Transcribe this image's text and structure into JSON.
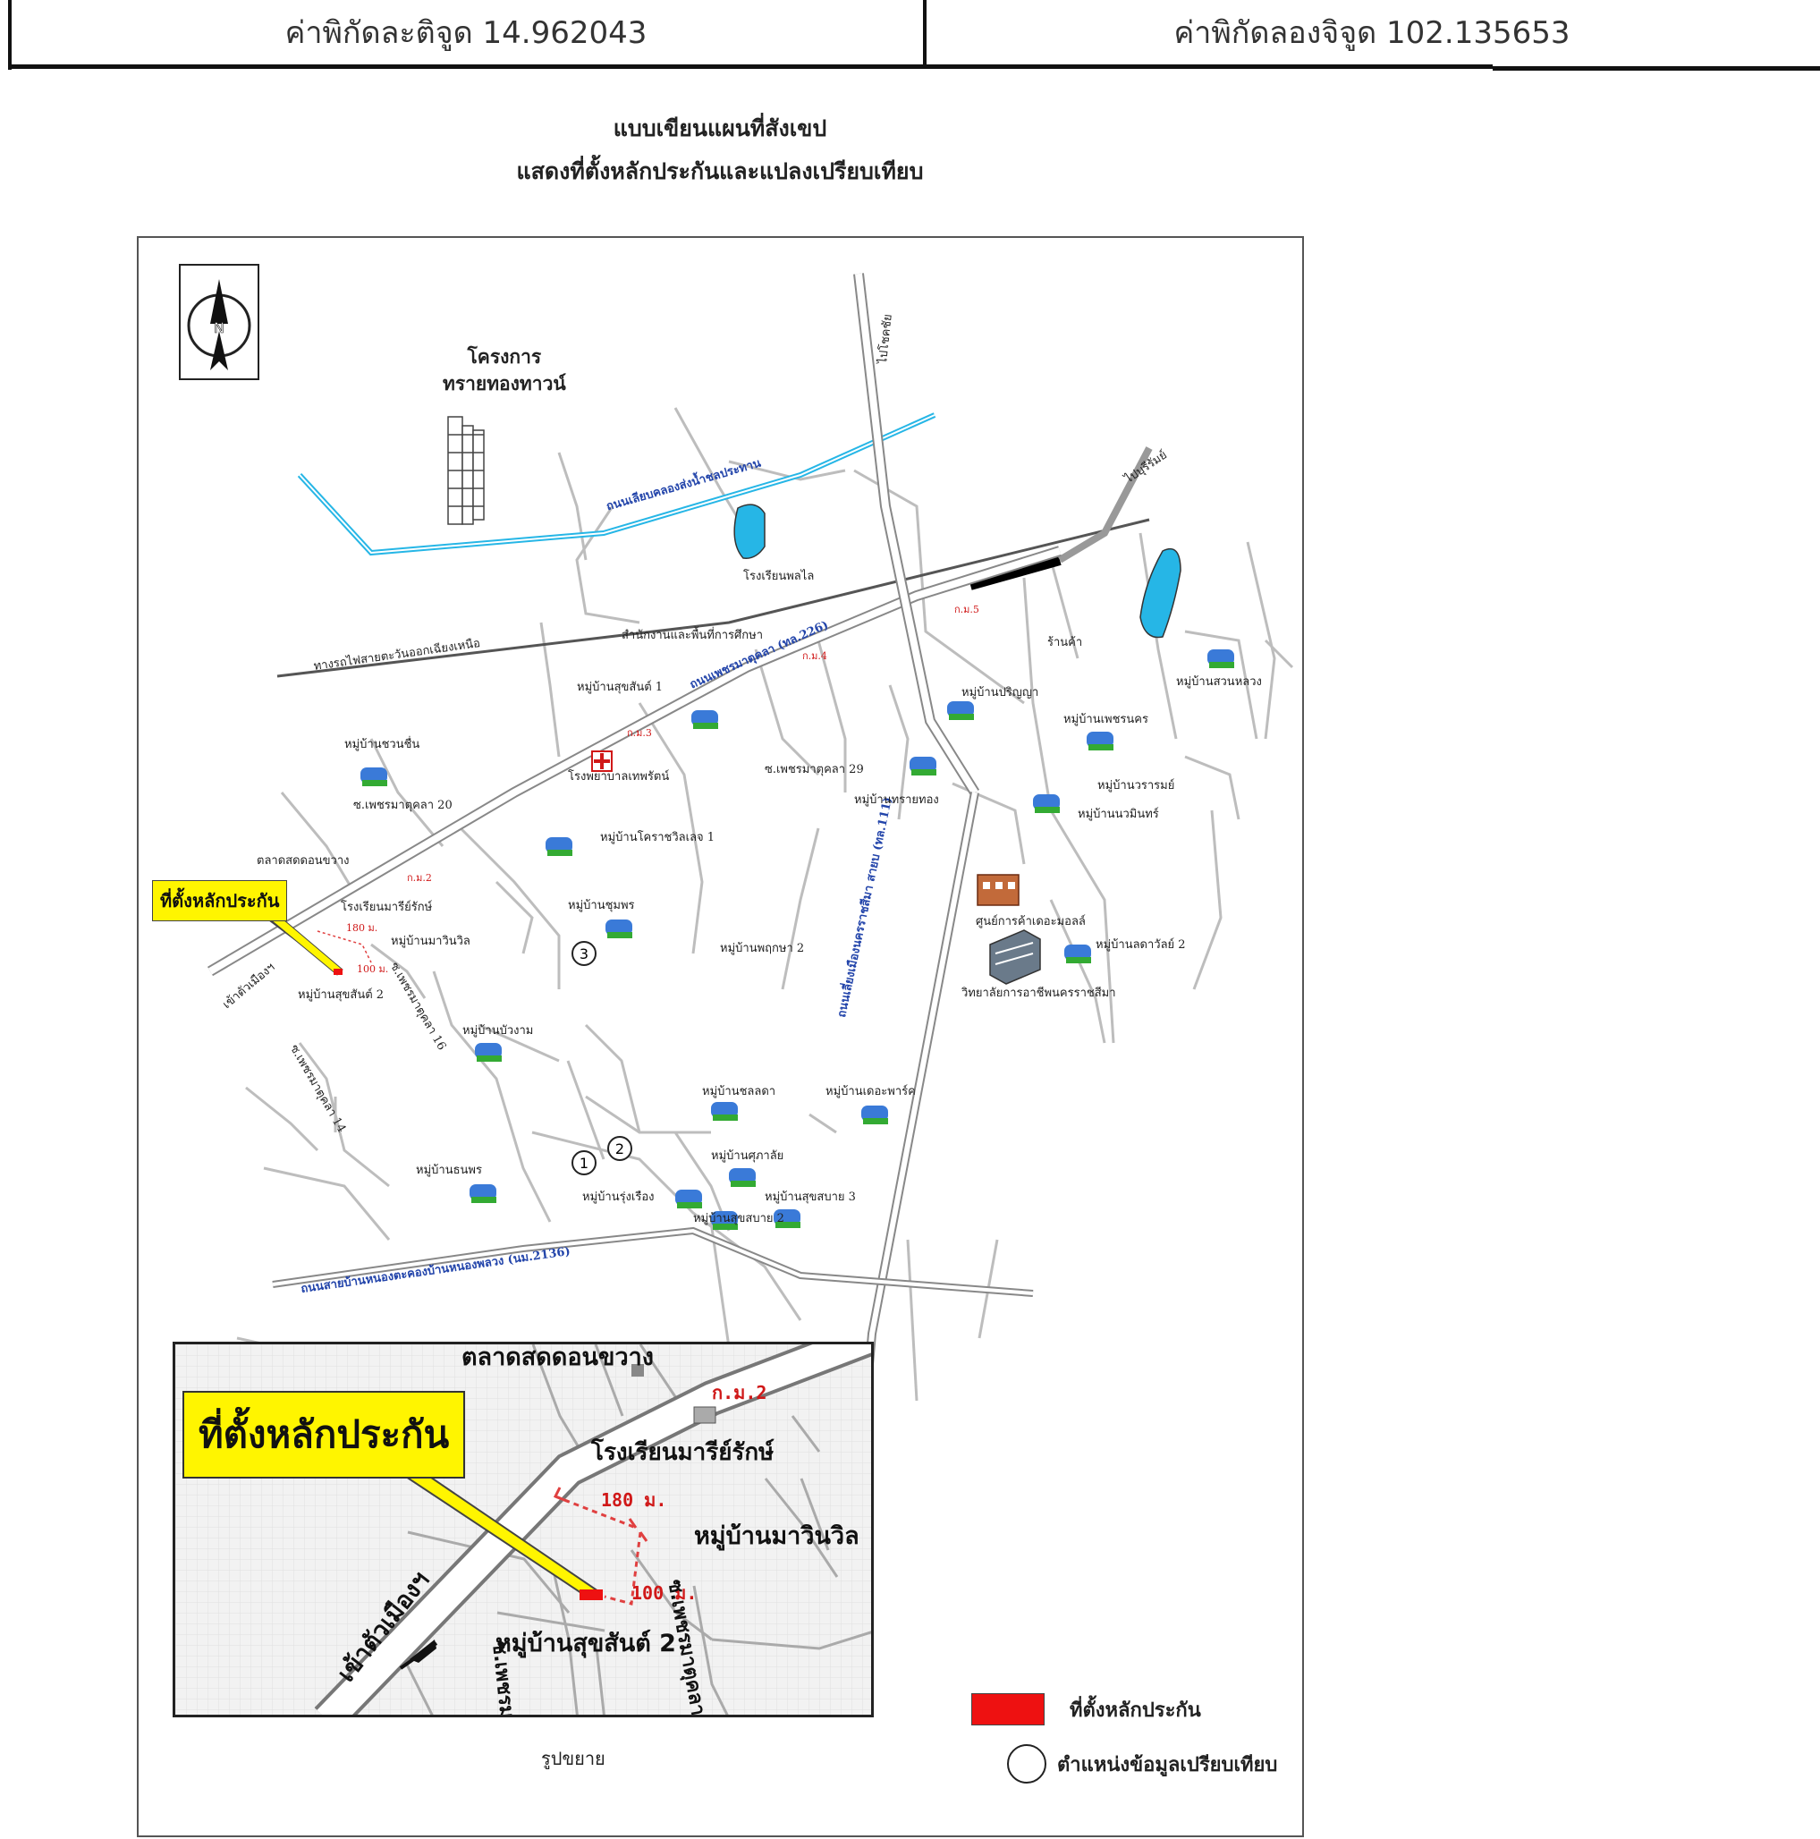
{
  "header": {
    "latitude_text": "ค่าพิกัดละติจูด 14.962043",
    "longitude_text": "ค่าพิกัดลองจิจูด 102.135653"
  },
  "title": {
    "line1": "แบบเขียนแผนที่สังเขป",
    "line2": "แสดงที่ตั้งหลักประกันและแปลงเปรียบเทียบ"
  },
  "compass": {
    "letter": "N"
  },
  "map": {
    "project_name": "โครงการ\nทรายทองทาวน์",
    "roads": {
      "canal_road": "ถนนเลียบคลองส่งน้ำชลประทาน",
      "rail": "ทางรถไฟสายตะวันออกเฉียงเหนือ",
      "main_road": "ถนนเพชรมาตุคลา (ทล.226)",
      "east_road": "ถนนเลี่ยงเมืองนครราชสีมา สายบ (ทล.111)",
      "south_road": "ถนนสายบ้านหนองตะคองบ้านหนองพลวง (นม.2136)",
      "to_city": "เข้าตัวเมืองฯ",
      "to_chokchai": "ไปโชคชัย",
      "to_buriram": "ไปบุรีรัมย์"
    },
    "places": {
      "school_1": "โรงเรียนพลไล",
      "office": "สำนักงานและพื้นที่การศึกษา",
      "hospital": "โรงพยาบาลเทพรัตน์",
      "school_2": "โรงเรียนมารีย์รักษ์",
      "market": "ตลาดสดดอนขวาง",
      "center": "ศูนย์การค้าเดอะมอลล์",
      "college": "วิทยาลัยการอาชีพนครราชสีมา",
      "shop": "ร้านค้า"
    },
    "villages": [
      "หมู่บ้านสุขสันต์ 1",
      "หมู่บ้านปริญญา",
      "หมู่บ้านเพชรนคร",
      "หมู่บ้านชวนชื่น",
      "หมู่บ้านสวนหลวง",
      "หมู่บ้านชุมพร",
      "หมู่บ้านทรายทอง",
      "หมู่บ้านมาวินวิล",
      "หมู่บ้านสุขสันต์ 2",
      "หมู่บ้านโคราชวิลเลจ 1",
      "หมู่บ้านพฤกษา 2",
      "หมู่บ้านบัวงาม",
      "หมู่บ้านชลลดา",
      "หมู่บ้านวรารมย์",
      "หมู่บ้านนวมินทร์",
      "หมู่บ้านเดอะพาร์ค",
      "หมู่บ้านศุภาลัย",
      "หมู่บ้านรุ่งเรือง",
      "หมู่บ้านสุขสบาย 2",
      "หมู่บ้านสุขสบาย 3",
      "หมู่บ้านธนพร",
      "หมู่บ้านลดาวัลย์ 2"
    ],
    "soi": {
      "soi_20": "ซ.เพชรมาตุคลา 20",
      "soi_29": "ซ.เพชรมาตุคลา 29",
      "soi_14": "ซ.เพชรมาตุคลา 14",
      "soi_16": "ซ.เพชรมาตุคลา 16"
    },
    "markers": {
      "km2": "ก.ม.2",
      "km3": "ก.ม.3",
      "km4": "ก.ม.4",
      "km5": "ก.ม.5",
      "d180": "180 ม.",
      "d100": "100 ม."
    },
    "comparison_points": [
      "1",
      "2",
      "3"
    ],
    "collateral_callout": "ที่ตั้งหลักประกัน"
  },
  "inset": {
    "callout": "ที่ตั้งหลักประกัน",
    "market": "ตลาดสดดอนขวาง",
    "school": "โรงเรียนมารีย์รักษ์",
    "km": "ก.ม.2",
    "d180": "180 ม.",
    "d100": "100 ม.",
    "village_1": "หมู่บ้านมาวินวิล",
    "village_2": "หมู่บ้านสุขสันต์ 2",
    "to_city": "เข้าตัวเมืองฯ",
    "soi_right": "ซ.เพชรมาตุคลา",
    "soi_left": "ซ.เพชรมาตุคลา",
    "caption": "รูปขยาย"
  },
  "legend": {
    "collateral": "ที่ตั้งหลักประกัน",
    "comparison": "ตำแหน่งข้อมูลเปรียบเทียบ"
  },
  "colors": {
    "collateral": "#ee1111",
    "water": "#26b6e6",
    "callout": "#fff500",
    "road_label": "#2244aa"
  }
}
